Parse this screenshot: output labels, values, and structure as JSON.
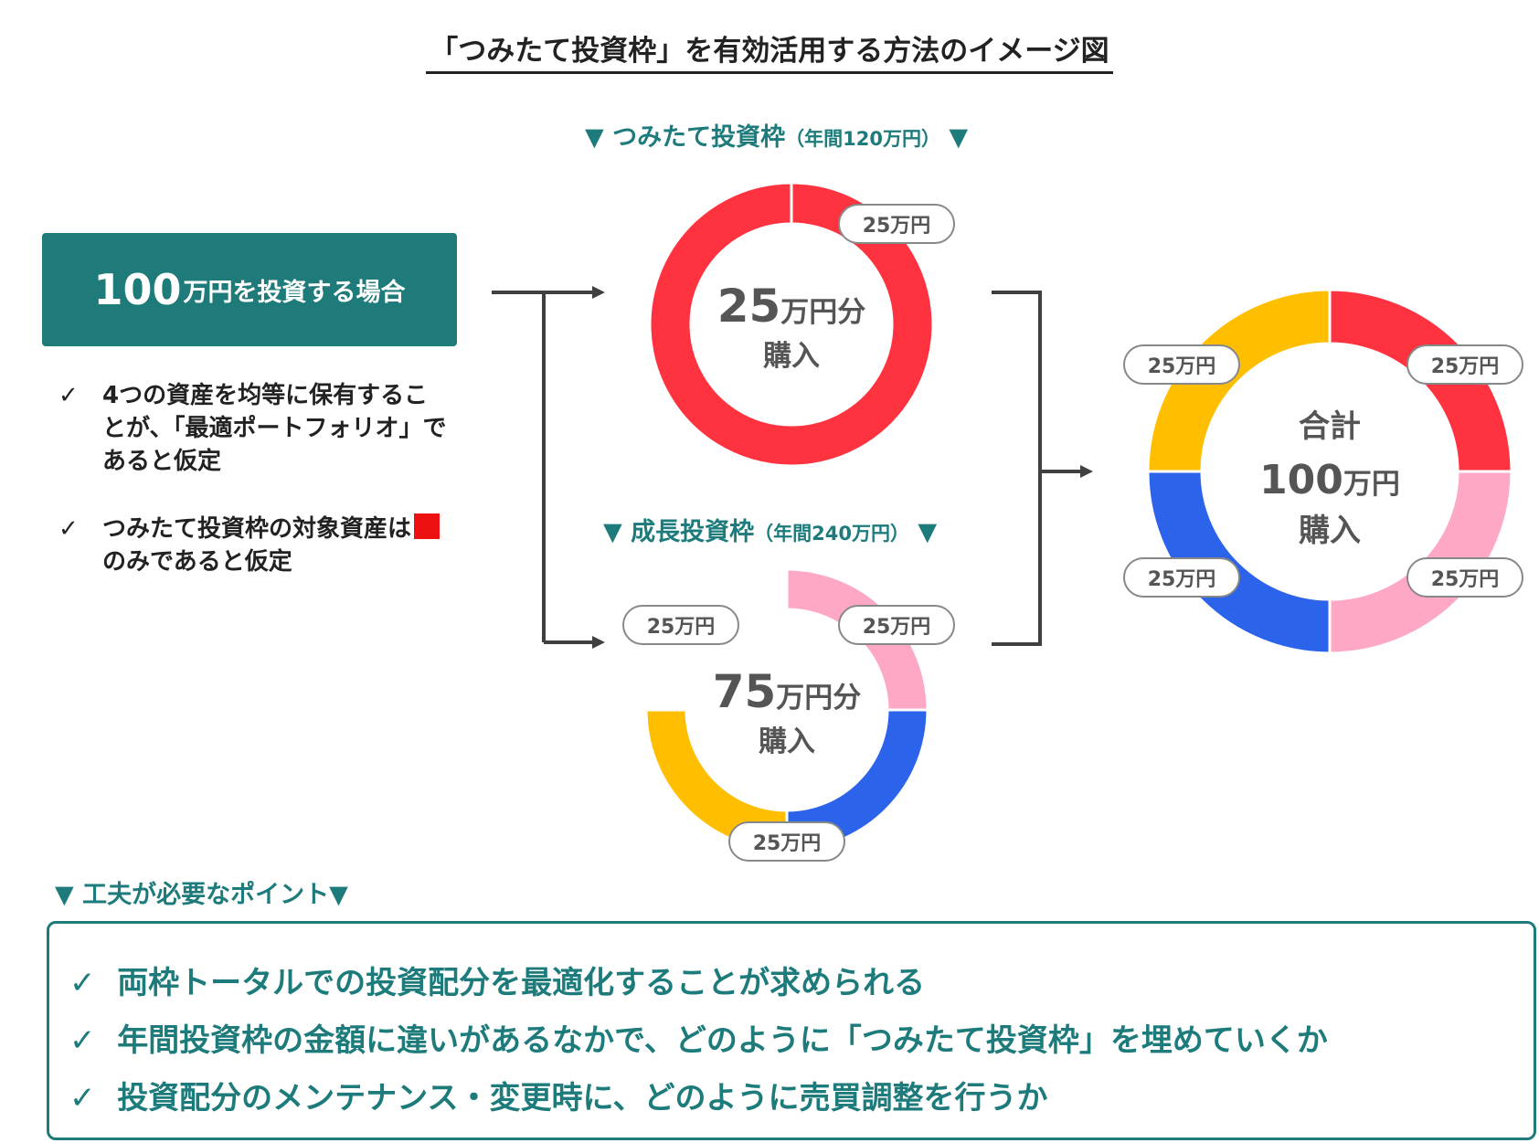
{
  "title": "「つみたて投資枠」を有効活用する方法のイメージ図",
  "tsumitate_header": {
    "label": "▼ つみたて投資枠",
    "sub": "（年間120万円）",
    "tail": "▼"
  },
  "growth_header": {
    "label": "▼ 成長投資枠",
    "sub": "（年間240万円）",
    "tail": "▼"
  },
  "invest_box": {
    "amount": "100",
    "label": "万円を投資する場合"
  },
  "assumptions": [
    {
      "check": "✓",
      "text": "4つの資産を均等に保有することが、「最適ポートフォリオ」であると仮定"
    },
    {
      "check": "✓",
      "text_before": "つみたて投資枠の対象資産は",
      "text_after": "のみであると仮定"
    }
  ],
  "colors": {
    "red": "#ff3340",
    "pink": "#ffa8c6",
    "blue": "#2b63eb",
    "yellow": "#ffbf00",
    "teal": "#1f7a7a",
    "connector": "#404040",
    "marker_red": "#ee1111"
  },
  "donuts": {
    "tsumitate": {
      "center_amount": "25",
      "center_unit": "万円分",
      "center_label": "購入",
      "segments": [
        {
          "color": "red",
          "value": 25,
          "label": "25万円"
        }
      ]
    },
    "growth": {
      "center_amount": "75",
      "center_unit": "万円分",
      "center_label": "購入",
      "segments": [
        {
          "color": "pink",
          "value": 25,
          "label": "25万円"
        },
        {
          "color": "blue",
          "value": 25,
          "label": "25万円"
        },
        {
          "color": "yellow",
          "value": 25,
          "label": "25万円"
        }
      ]
    },
    "total": {
      "center_top": "合計",
      "center_amount": "100",
      "center_unit": "万円",
      "center_label": "購入",
      "segments": [
        {
          "color": "red",
          "value": 25,
          "label": "25万円"
        },
        {
          "color": "pink",
          "value": 25,
          "label": "25万円"
        },
        {
          "color": "blue",
          "value": 25,
          "label": "25万円"
        },
        {
          "color": "yellow",
          "value": 25,
          "label": "25万円"
        }
      ]
    }
  },
  "points_header": "▼ 工夫が必要なポイント▼",
  "points": [
    {
      "check": "✓",
      "text": "両枠トータルでの投資配分を最適化することが求められる"
    },
    {
      "check": "✓",
      "text": "年間投資枠の金額に違いがあるなかで、どのように「つみたて投資枠」を埋めていくか"
    },
    {
      "check": "✓",
      "text": "投資配分のメンテナンス・変更時に、どのように売買調整を行うか"
    }
  ]
}
